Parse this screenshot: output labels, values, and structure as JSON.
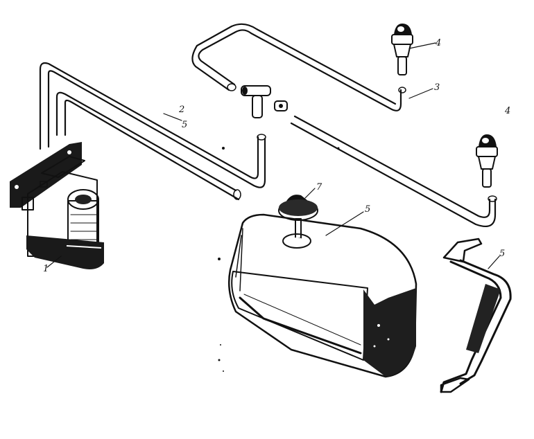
{
  "callouts": {
    "c1": "1",
    "c2": "2",
    "c3": "3",
    "c4a": "4",
    "c4b": "4",
    "c5a": "5",
    "c5b": "5",
    "c5c": "5",
    "c7": "7"
  },
  "colors": {
    "ink": "#111111",
    "paper": "#ffffff"
  }
}
